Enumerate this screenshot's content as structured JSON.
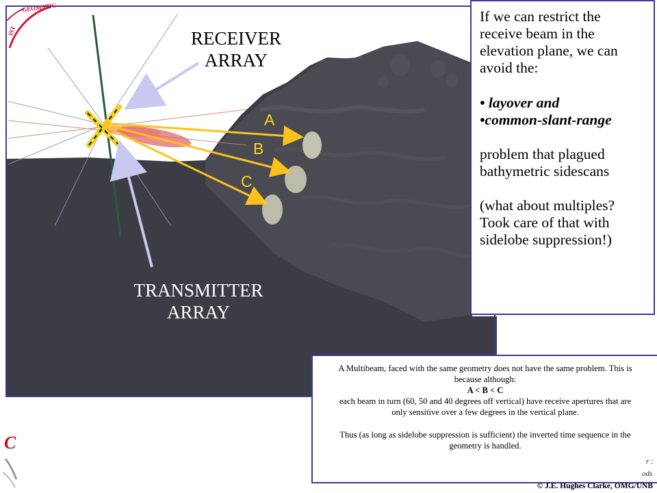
{
  "labels": {
    "receiver_line1": "RECEIVER",
    "receiver_line2": "ARRAY",
    "transmitter_line1": "TRANSMITTER",
    "transmitter_line2": "ARRAY"
  },
  "beams": [
    {
      "letter": "A"
    },
    {
      "letter": "B"
    },
    {
      "letter": "C"
    }
  ],
  "info_box": {
    "intro": "If we can restrict the receive beam in the elevation plane, we can avoid the:",
    "item1": "• layover and",
    "item2": "•common-slant-range",
    "follow": "problem that plagued bathymetric sidescans",
    "question": "(what about multiples? Took care of that with sidelobe suppression!)"
  },
  "note_box": {
    "para1": "A Multibeam, faced with the same geometry does not have the same problem. This is because although:",
    "inequality": "A < B < C",
    "para2": "each beam in turn (60, 50 and 40 degrees off vertical) have receive apertures that are only sensitive over a few degrees in the vertical plane.",
    "para3": "Thus (as long as sidelobe suppression is sufficient) the inverted time sequence in the geometry is handled."
  },
  "footer": {
    "partial_r": "r :",
    "partial_ods": "ods",
    "copyright": "© J.E. Hughes Clarke, OMG/UNB"
  },
  "logo": {
    "arc_text": "GEOMATIC",
    "side_text": "IST",
    "partial_c": "C"
  },
  "colors": {
    "frame_border": "#3a3aa0",
    "beam_arrow": "#ffc21a",
    "seafloor": "#3c3c44",
    "pointer_arrow": "#c8c8f0",
    "beam_fan": "#e06060"
  }
}
